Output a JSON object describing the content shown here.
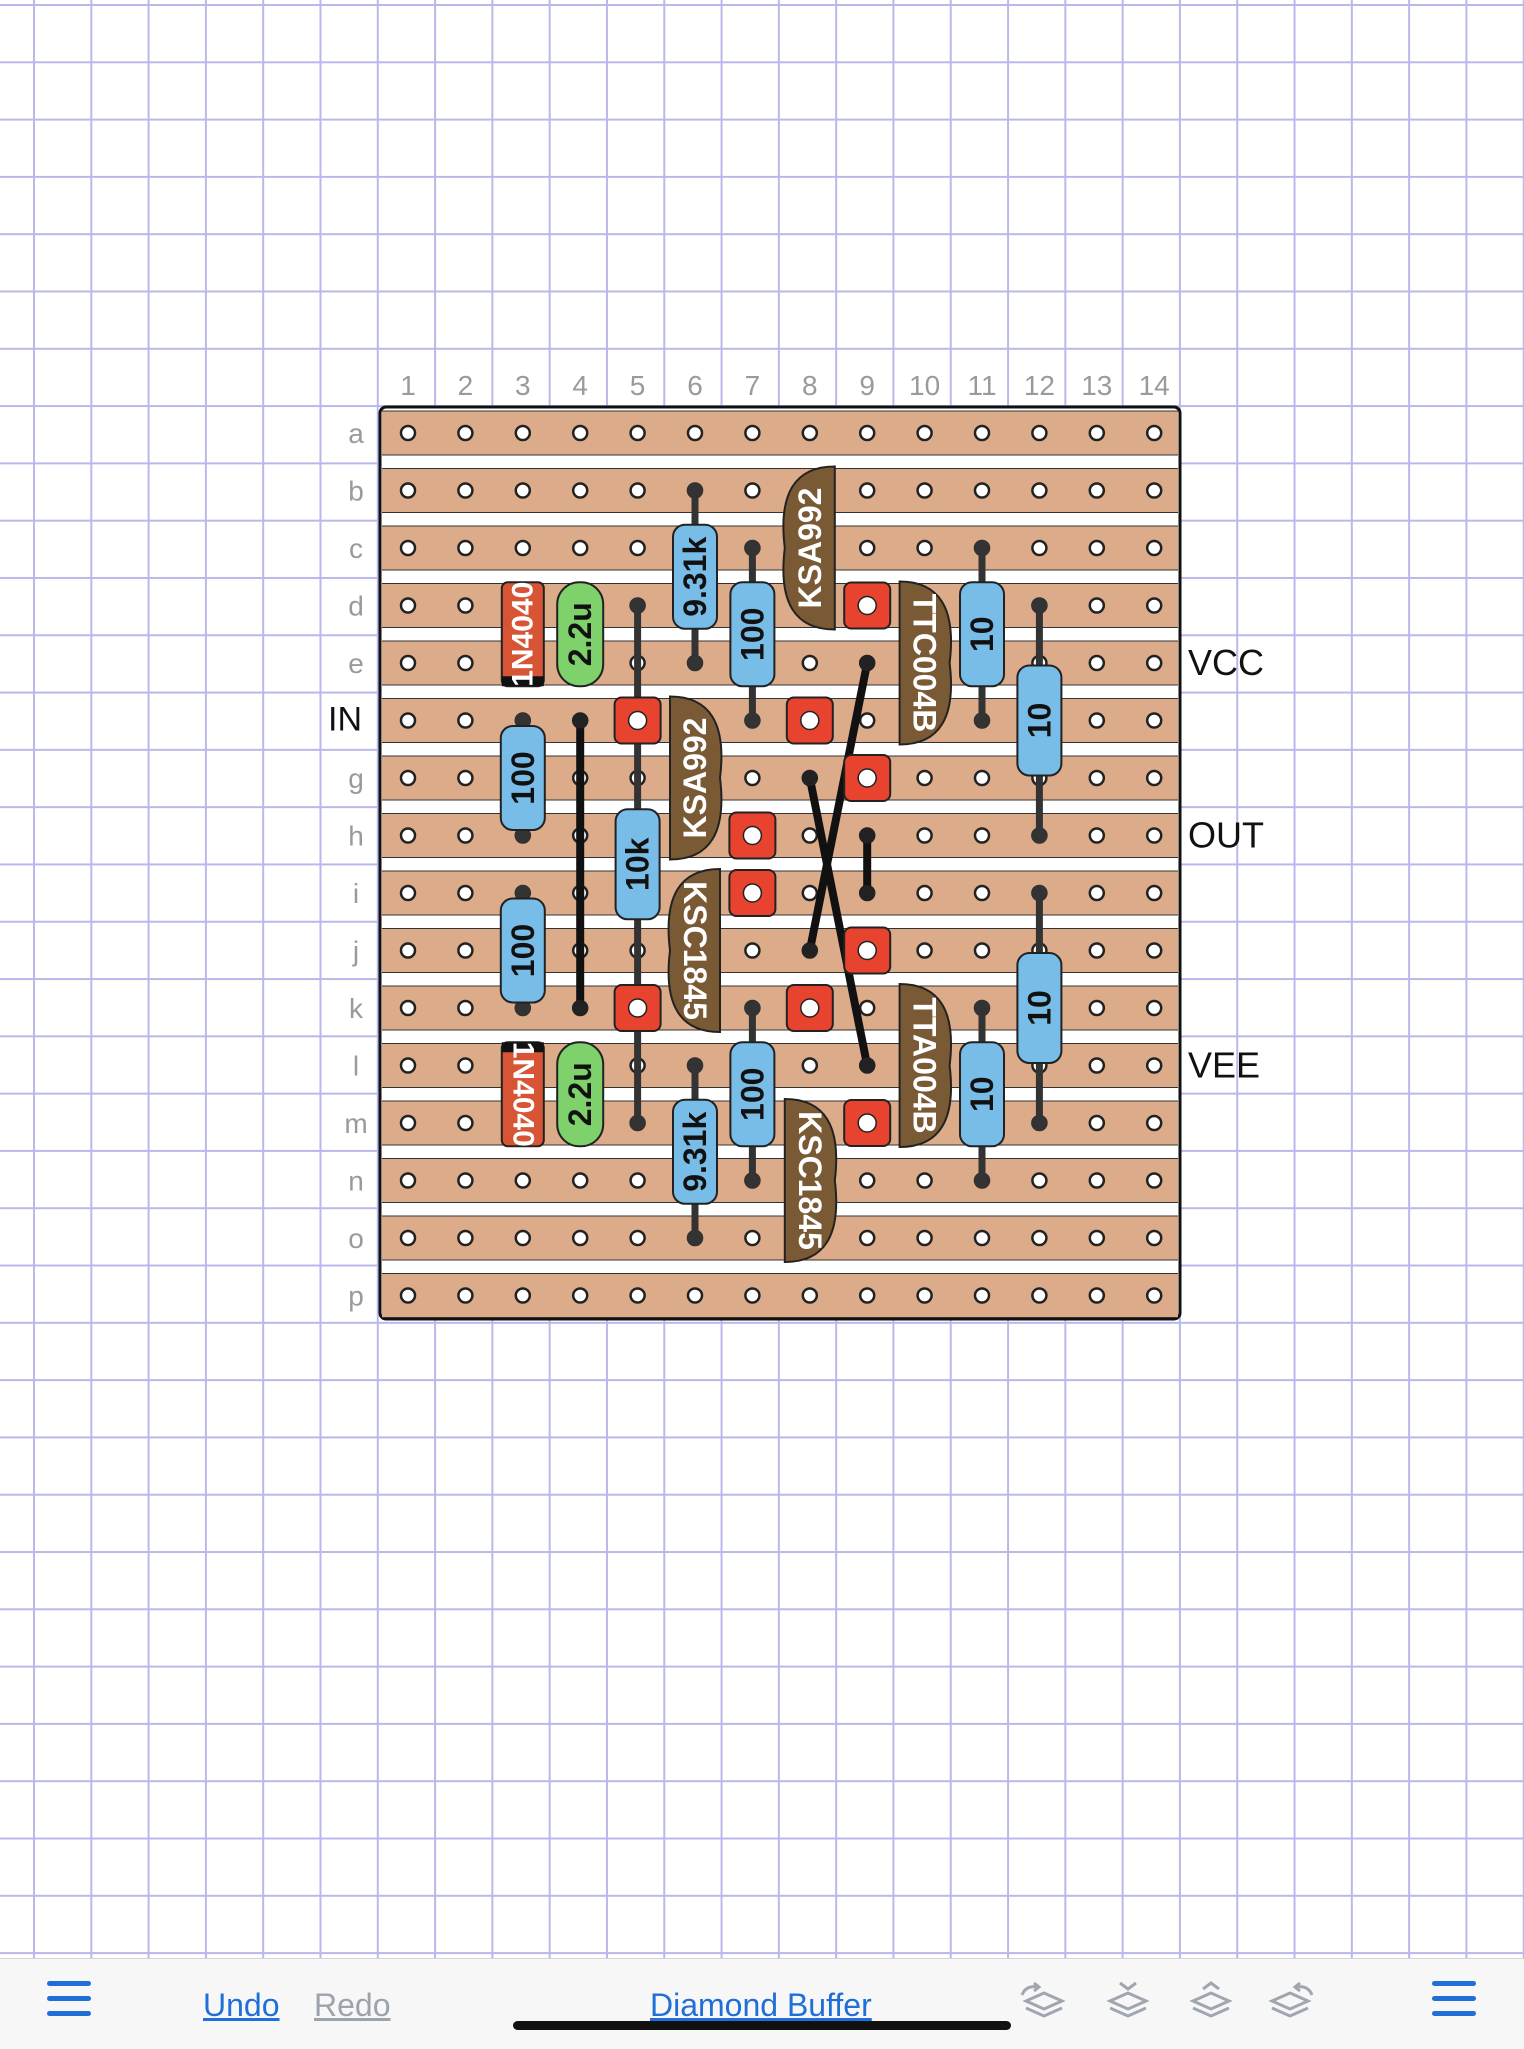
{
  "document": {
    "title": "Diamond Buffer"
  },
  "board": {
    "columns": [
      "1",
      "2",
      "3",
      "4",
      "5",
      "6",
      "7",
      "8",
      "9",
      "10",
      "11",
      "12",
      "13",
      "14"
    ],
    "rows": [
      "a",
      "b",
      "c",
      "d",
      "e",
      "f",
      "g",
      "h",
      "i",
      "j",
      "k",
      "l",
      "m",
      "n",
      "o",
      "p"
    ],
    "row_f_label": "IN",
    "colors": {
      "strip": "#dcab8a",
      "board_border": "#111111",
      "label": "#9a9a9a"
    }
  },
  "connections": {
    "vcc": {
      "label": "VCC",
      "row": "e"
    },
    "out": {
      "label": "OUT",
      "row": "h"
    },
    "vee": {
      "label": "VEE",
      "row": "l"
    }
  },
  "components": {
    "diodes": [
      {
        "label": "1N4040",
        "col": 3,
        "from": "d",
        "to": "e",
        "band": "bottom"
      },
      {
        "label": "1N4040",
        "col": 3,
        "from": "l",
        "to": "m",
        "band": "top"
      }
    ],
    "capacitors": [
      {
        "label": "2.2u",
        "col": 4,
        "from": "d",
        "to": "e"
      },
      {
        "label": "2.2u",
        "col": 4,
        "from": "l",
        "to": "m"
      }
    ],
    "resistors": [
      {
        "label": "100",
        "col": 3,
        "from": "f",
        "to": "h"
      },
      {
        "label": "100",
        "col": 3,
        "from": "i",
        "to": "k"
      },
      {
        "label": "10k",
        "col": 5,
        "from": "d",
        "to": "m"
      },
      {
        "label": "9.31k",
        "col": 6,
        "from": "b",
        "to": "e"
      },
      {
        "label": "9.31k",
        "col": 6,
        "from": "l",
        "to": "o"
      },
      {
        "label": "100",
        "col": 7,
        "from": "c",
        "to": "f"
      },
      {
        "label": "100",
        "col": 7,
        "from": "k",
        "to": "n"
      },
      {
        "label": "10",
        "col": 11,
        "from": "c",
        "to": "f"
      },
      {
        "label": "10",
        "col": 11,
        "from": "k",
        "to": "n"
      },
      {
        "label": "10",
        "col": 12,
        "from": "d",
        "to": "h"
      },
      {
        "label": "10",
        "col": 12,
        "from": "i",
        "to": "m"
      }
    ],
    "transistors": [
      {
        "label": "KSA992",
        "col": 8,
        "from": "b",
        "to": "d"
      },
      {
        "label": "KSA992",
        "col": 6,
        "from": "f",
        "to": "h"
      },
      {
        "label": "KSC1845",
        "col": 6,
        "from": "i",
        "to": "k"
      },
      {
        "label": "KSC1845",
        "col": 8,
        "from": "m",
        "to": "o"
      },
      {
        "label": "TTC004B",
        "col": 10,
        "from": "d",
        "to": "f"
      },
      {
        "label": "TTA004B",
        "col": 10,
        "from": "k",
        "to": "m"
      }
    ],
    "cuts": [
      {
        "col": 5,
        "row": "f"
      },
      {
        "col": 8,
        "row": "f"
      },
      {
        "col": 9,
        "row": "d"
      },
      {
        "col": 9,
        "row": "g"
      },
      {
        "col": 7,
        "row": "h"
      },
      {
        "col": 7,
        "row": "i"
      },
      {
        "col": 9,
        "row": "j"
      },
      {
        "col": 5,
        "row": "k"
      },
      {
        "col": 8,
        "row": "k"
      },
      {
        "col": 9,
        "row": "m"
      }
    ],
    "wires": [
      {
        "from": [
          4,
          "f"
        ],
        "to": [
          4,
          "k"
        ]
      },
      {
        "from": [
          9,
          "e"
        ],
        "to": [
          8,
          "j"
        ]
      },
      {
        "from": [
          8,
          "g"
        ],
        "to": [
          9,
          "l"
        ]
      },
      {
        "from": [
          9,
          "h"
        ],
        "to": [
          9,
          "i"
        ]
      }
    ]
  },
  "toolbar": {
    "undo_label": "Undo",
    "redo_label": "Redo",
    "accent": "#1f6fd6",
    "left_menu_icon": "hamburger-menu-icon",
    "right_menu_icon": "hamburger-menu-icon",
    "layer_icons": [
      "layers-rotate-left-icon",
      "layers-down-icon",
      "layers-up-icon",
      "layers-rotate-right-icon"
    ]
  }
}
